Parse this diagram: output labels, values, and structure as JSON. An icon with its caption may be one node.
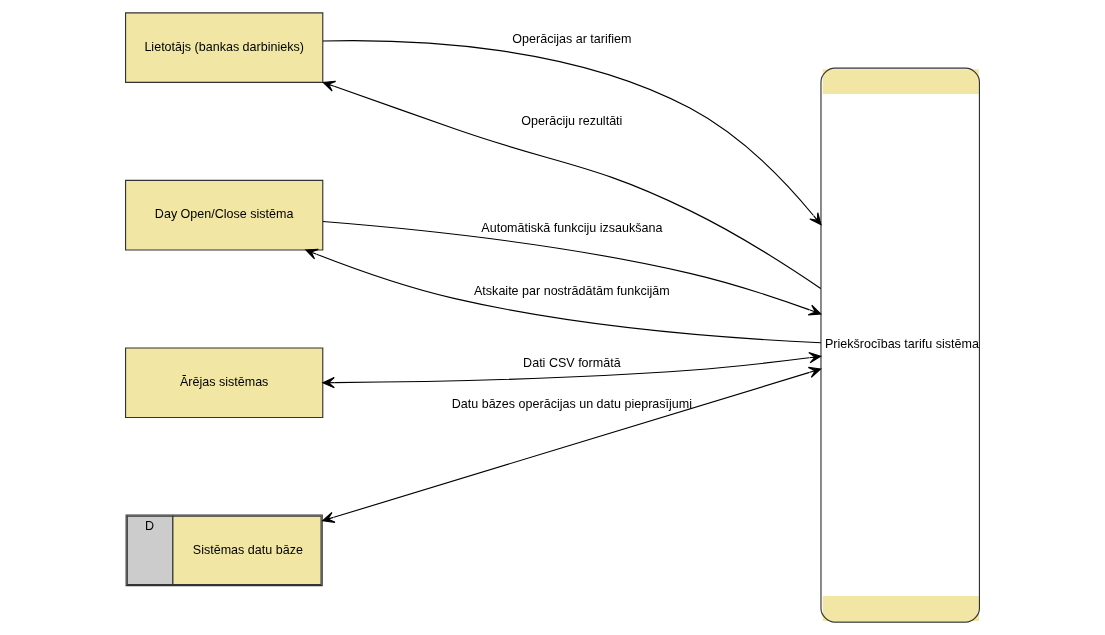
{
  "diagram": {
    "nodes": [
      {
        "text": [
          "Lietotājs (bankas darbinieks)"
        ]
      },
      {
        "text": [
          "Day Open/Close sistēma"
        ]
      },
      {
        "text": [
          "Ārējas sistēmas"
        ]
      },
      {
        "text": [
          "D",
          "Sistēmas datu bāze"
        ]
      },
      {
        "text": [
          "Priekšrocības tarifu sistēma"
        ]
      }
    ],
    "edges": [
      {
        "from": 4,
        "to": 0,
        "arrow": "to",
        "label": "Operāciju rezultāti"
      },
      {
        "from": 0,
        "to": 4,
        "arrow": "to",
        "label": "Operācijas ar tarifiem"
      },
      {
        "from": 1,
        "to": 4,
        "arrow": "to",
        "label": "Automātiskā funkciju izsaukšana"
      },
      {
        "from": 4,
        "to": 1,
        "arrow": "to",
        "label": "Atskaite par nostrādātām funkcijām"
      },
      {
        "from": 2,
        "to": 4,
        "arrow": "both",
        "label": "Dati CSV formātā"
      },
      {
        "from": 3,
        "to": 4,
        "arrow": "both",
        "label": "Datu bāzes operācijas un datu pieprasījumi"
      }
    ]
  }
}
